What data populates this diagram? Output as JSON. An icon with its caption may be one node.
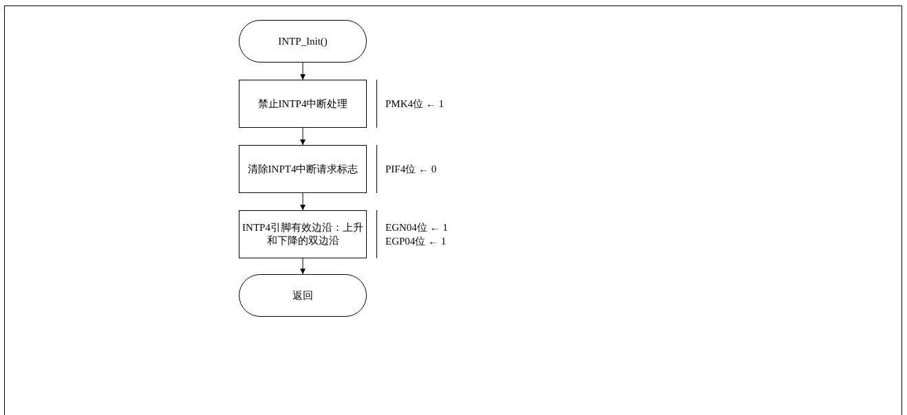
{
  "diagram": {
    "nodes": [
      {
        "text": [
          "INTP_Init()"
        ]
      },
      {
        "text": [
          "禁止INTP4中断处理"
        ],
        "beside": [
          "PMK4位 ← 1"
        ]
      },
      {
        "text": [
          "清除INPT4中断请求标志"
        ],
        "beside": [
          "PIF4位 ← 0"
        ]
      },
      {
        "text": [
          "INTP4引脚有效边沿：上升和下降的双边沿"
        ],
        "beside": [
          "EGN04位 ← 1",
          "EGP04位 ← 1"
        ]
      },
      {
        "text": [
          "返回"
        ]
      }
    ],
    "edges": [
      {
        "from": 0,
        "to": 1,
        "arrow": "to"
      },
      {
        "from": 1,
        "to": 2,
        "arrow": "to"
      },
      {
        "from": 2,
        "to": 3,
        "arrow": "to"
      },
      {
        "from": 3,
        "to": 4,
        "arrow": "to"
      }
    ]
  }
}
